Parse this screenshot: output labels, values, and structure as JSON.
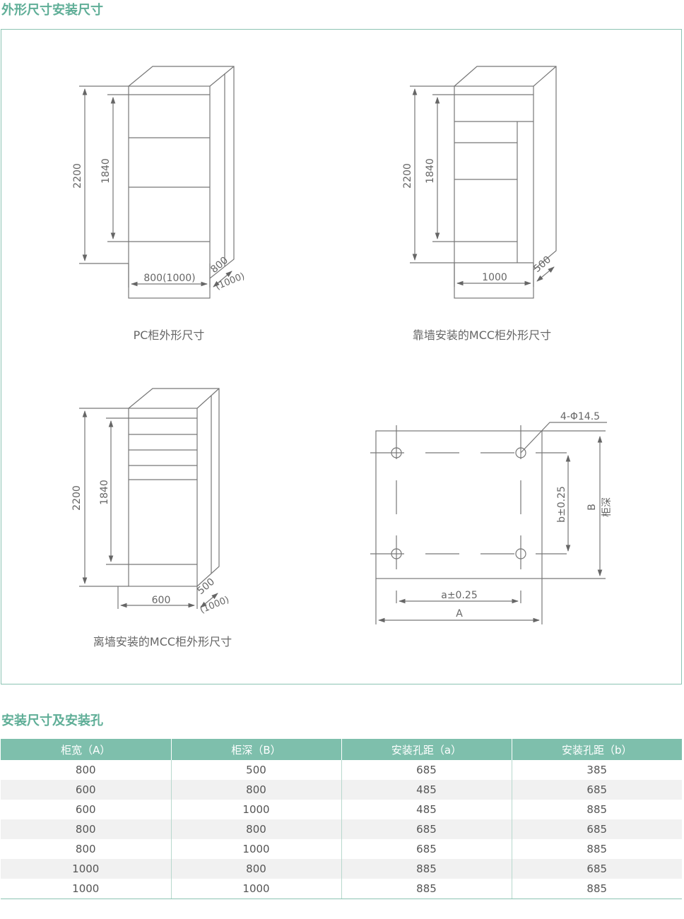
{
  "sections": {
    "dimensions_title": "外形尺寸安装尺寸",
    "table_title": "安装尺寸及安装孔"
  },
  "diagrams": {
    "pc": {
      "caption": "PC柜外形尺寸",
      "height_outer": "2200",
      "height_inner": "1840",
      "width": "800(1000)",
      "depth": "800",
      "depth_alt": "(1000)"
    },
    "mcc_wall": {
      "caption": "靠墙安装的MCC柜外形尺寸",
      "height_outer": "2200",
      "height_inner": "1840",
      "width": "1000",
      "depth": "500"
    },
    "mcc_free": {
      "caption": "离墙安装的MCC柜外形尺寸",
      "height_outer": "2200",
      "height_inner": "1840",
      "width": "600",
      "depth": "500",
      "depth_alt": "(1000)"
    },
    "holes": {
      "hole_label": "4-Φ14.5",
      "a_label": "a±0.25",
      "A_label": "A",
      "b_label": "b±0.25",
      "B_label": "B",
      "depth_label": "柜深"
    }
  },
  "colors": {
    "accent": "#5fae97",
    "header_bg": "#7ebfac",
    "frame_border": "#8cc4b3",
    "line": "#666666"
  },
  "table": {
    "headers": [
      "柜宽（A）",
      "柜深（B）",
      "安装孔距（a）",
      "安装孔距（b）"
    ],
    "rows": [
      [
        "800",
        "500",
        "685",
        "385"
      ],
      [
        "600",
        "800",
        "485",
        "685"
      ],
      [
        "600",
        "1000",
        "485",
        "885"
      ],
      [
        "800",
        "800",
        "685",
        "685"
      ],
      [
        "800",
        "1000",
        "685",
        "885"
      ],
      [
        "1000",
        "800",
        "885",
        "685"
      ],
      [
        "1000",
        "1000",
        "885",
        "885"
      ]
    ]
  }
}
